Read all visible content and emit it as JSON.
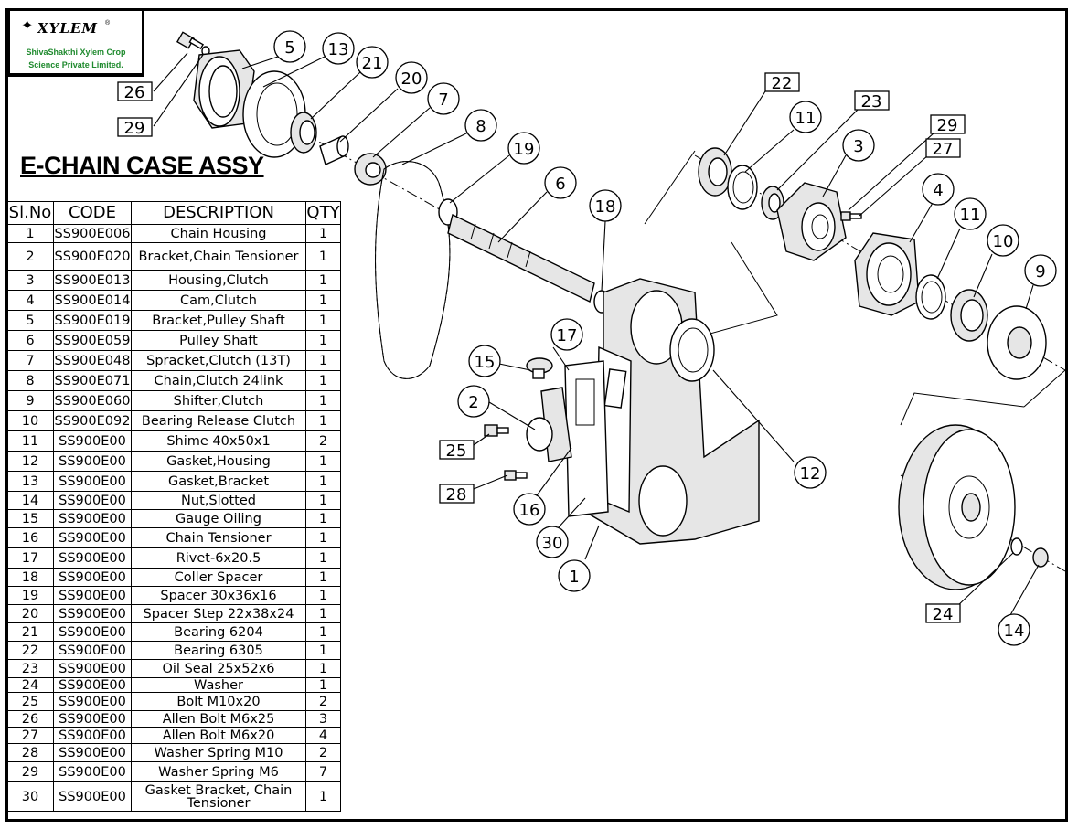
{
  "logo": {
    "brand": "XYLEM",
    "company_line1": "ShivaShakthi Xylem Crop",
    "company_line2": "Science Private Limited.",
    "brand_color": "#1f8a2e"
  },
  "title": "E-CHAIN CASE ASSY",
  "table": {
    "headers": [
      "Sl.No",
      "CODE",
      "DESCRIPTION",
      "QTY"
    ],
    "rows": [
      [
        "1",
        "SS900E006",
        "Chain Housing",
        "1"
      ],
      [
        "2",
        "SS900E020",
        "Bracket,Chain Tensioner",
        "1"
      ],
      [
        "3",
        "SS900E013",
        "Housing,Clutch",
        "1"
      ],
      [
        "4",
        "SS900E014",
        "Cam,Clutch",
        "1"
      ],
      [
        "5",
        "SS900E019",
        "Bracket,Pulley Shaft",
        "1"
      ],
      [
        "6",
        "SS900E059",
        "Pulley Shaft",
        "1"
      ],
      [
        "7",
        "SS900E048",
        "Spracket,Clutch (13T)",
        "1"
      ],
      [
        "8",
        "SS900E071",
        "Chain,Clutch 24link",
        "1"
      ],
      [
        "9",
        "SS900E060",
        "Shifter,Clutch",
        "1"
      ],
      [
        "10",
        "SS900E092",
        "Bearing Release Clutch",
        "1"
      ],
      [
        "11",
        "SS900E00",
        "Shime 40x50x1",
        "2"
      ],
      [
        "12",
        "SS900E00",
        "Gasket,Housing",
        "1"
      ],
      [
        "13",
        "SS900E00",
        "Gasket,Bracket",
        "1"
      ],
      [
        "14",
        "SS900E00",
        "Nut,Slotted",
        "1"
      ],
      [
        "15",
        "SS900E00",
        "Gauge Oiling",
        "1"
      ],
      [
        "16",
        "SS900E00",
        "Chain Tensioner",
        "1"
      ],
      [
        "17",
        "SS900E00",
        "Rivet-6x20.5",
        "1"
      ],
      [
        "18",
        "SS900E00",
        "Coller Spacer",
        "1"
      ],
      [
        "19",
        "SS900E00",
        "Spacer 30x36x16",
        "1"
      ],
      [
        "20",
        "SS900E00",
        "Spacer Step 22x38x24",
        "1"
      ],
      [
        "21",
        "SS900E00",
        "Bearing 6204",
        "1"
      ],
      [
        "22",
        "SS900E00",
        "Bearing 6305",
        "1"
      ],
      [
        "23",
        "SS900E00",
        "Oil Seal 25x52x6",
        "1"
      ],
      [
        "24",
        "SS900E00",
        "Washer",
        "1"
      ],
      [
        "25",
        "SS900E00",
        "Bolt M10x20",
        "2"
      ],
      [
        "26",
        "SS900E00",
        "Allen Bolt M6x25",
        "3"
      ],
      [
        "27",
        "SS900E00",
        "Allen Bolt M6x20",
        "4"
      ],
      [
        "28",
        "SS900E00",
        "Washer Spring M10",
        "2"
      ],
      [
        "29",
        "SS900E00",
        "Washer Spring M6",
        "7"
      ],
      [
        "30",
        "SS900E00",
        "Gasket Bracket, Chain Tensioner",
        "1"
      ]
    ]
  },
  "balloons": {
    "circled": [
      "5",
      "13",
      "21",
      "20",
      "7",
      "8",
      "19",
      "6",
      "18",
      "11",
      "3",
      "4",
      "11",
      "10",
      "9",
      "17",
      "15",
      "2",
      "16",
      "30",
      "1",
      "12",
      "14"
    ],
    "boxed": [
      "26",
      "29",
      "22",
      "23",
      "29",
      "27",
      "25",
      "28",
      "24"
    ]
  }
}
